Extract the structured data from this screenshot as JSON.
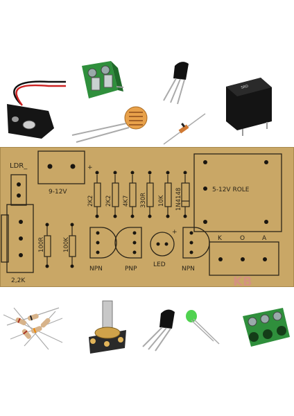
{
  "pcb": {
    "silkscreen_color": "#2a2418",
    "board_color": "#c9a766",
    "labels": {
      "ldr": "LDR_",
      "power": "9-12V",
      "pot": "2,2K",
      "r_2k2_a": "2K2",
      "r_2k2_b": "2K2",
      "r_4k7": "4K7",
      "r_330r": "330R",
      "r_10k": "10K",
      "diode": "1N4148",
      "relay": "5-12V ROLE",
      "r_100r": "100R",
      "r_100k": "100K",
      "npn_left": "NPN",
      "pnp": "PNP",
      "led": "LED",
      "npn_right": "NPN",
      "k": "K",
      "o": "O",
      "a": "A",
      "plus": "+",
      "watermark": "KB"
    }
  },
  "components_top": [
    {
      "name": "battery-snap-icon"
    },
    {
      "name": "terminal-block-2pin-icon"
    },
    {
      "name": "transistor-to92-icon"
    },
    {
      "name": "relay-icon",
      "marking": "SRD"
    },
    {
      "name": "ldr-photoresistor-icon"
    },
    {
      "name": "diode-icon"
    }
  ],
  "components_bottom": [
    {
      "name": "resistors-icon"
    },
    {
      "name": "potentiometer-icon"
    },
    {
      "name": "transistor-to92-icon-2"
    },
    {
      "name": "green-led-icon"
    },
    {
      "name": "terminal-block-3pin-icon"
    }
  ]
}
